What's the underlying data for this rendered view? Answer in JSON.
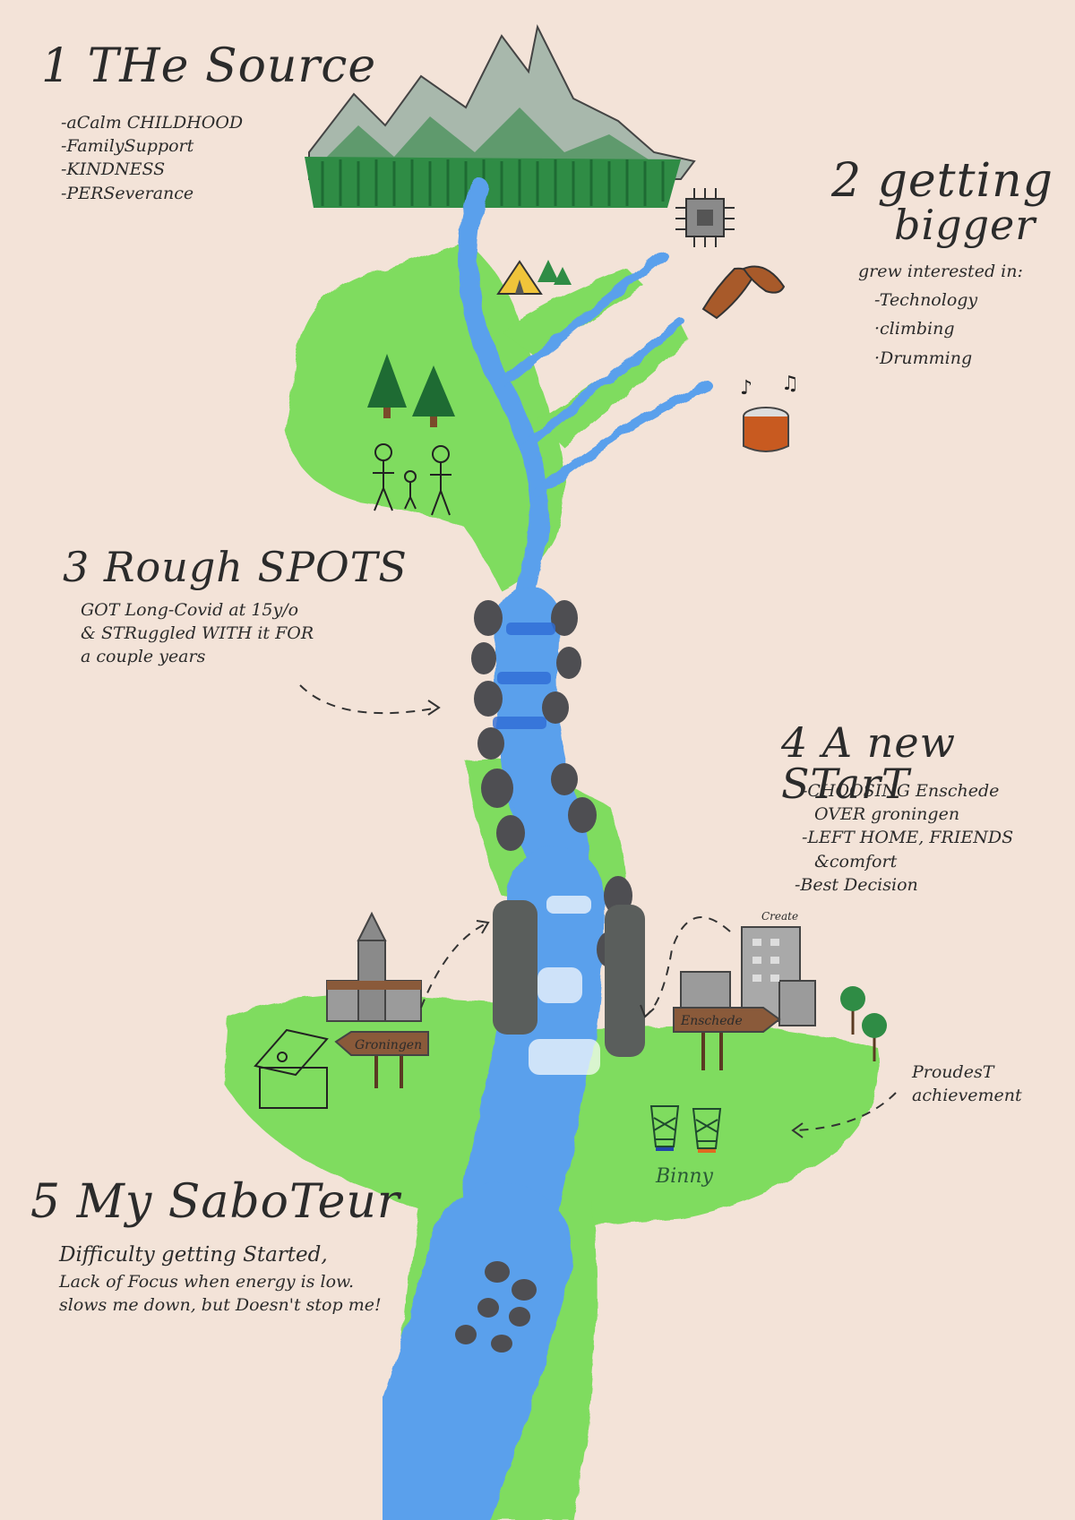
{
  "sections": {
    "source": {
      "title": "1 THe Source",
      "items": [
        "-aCalm CHILDHOOD",
        "-FamilySupport",
        "-KINDNESS",
        "-PERSeverance"
      ]
    },
    "bigger": {
      "title_line1": "2 getting",
      "title_line2": "bigger",
      "intro": "grew interested in:",
      "items": [
        "-Technology",
        "·climbing",
        "·Drumming"
      ]
    },
    "rough": {
      "title": "3 Rough SPOTS",
      "lines": [
        "GOT Long-Covid at 15y/o",
        "& STRuggled WITH it FOR",
        "a couple years"
      ]
    },
    "new_start": {
      "title": "4 A new STarT",
      "lines": [
        "-CHOOSING Enschede",
        "OVER groningen",
        "-LEFT HOME, FRIENDS",
        "&comfort",
        "-Best Decision"
      ]
    },
    "saboteur": {
      "title": "5 My SaboTeur",
      "lines": [
        "Difficulty getting Started,",
        "Lack of Focus when energy is low.",
        "slows me down, but Doesn't stop me!"
      ]
    }
  },
  "labels": {
    "groningen_sign": "Groningen",
    "enschede_sign": "Enschede",
    "create": "Create",
    "binny": "Binny",
    "proudest_line1": "ProudesT",
    "proudest_line2": "achievement"
  },
  "colors": {
    "background": "#f3e3d8",
    "grass": "#7fdc5e",
    "river": "#5aa0ec",
    "rock": "#4e4e52",
    "ink": "#2b2b2b"
  },
  "icons": [
    "mountain-icon",
    "tent-icon",
    "tree-icon",
    "stick-family-icon",
    "chip-icon",
    "climbing-shoes-icon",
    "drum-icon",
    "church-icon",
    "house-icon",
    "building-icon",
    "basketball-hoop-icon"
  ]
}
